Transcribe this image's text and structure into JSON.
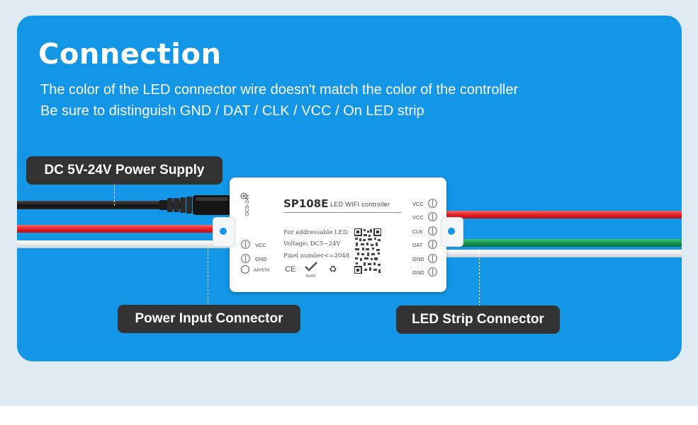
{
  "title": "Connection",
  "description": [
    "The color of the LED connector wire doesn't match the color of the controller",
    "Be sure to distinguish GND / DAT / CLK / VCC / On LED strip"
  ],
  "labels": {
    "power_supply": "DC 5V-24V Power Supply",
    "power_input": "Power Input Connector",
    "led_strip": "LED Strip Connector"
  },
  "device": {
    "model": "SP108E",
    "subtitle": "LED WIFI controller",
    "dc_label": "DC5~24V",
    "specs": [
      "For addressable LED",
      "Voltage: DC5~24V",
      "Pixel number<=2048"
    ],
    "left_terminals": [
      "VCC",
      "GND"
    ],
    "button_label": "AP/STA",
    "right_terminals": [
      "VCC",
      "VCC",
      "CLK",
      "DAT",
      "GND",
      "GND"
    ],
    "certs": [
      "CE",
      "RoHS"
    ]
  },
  "colors": {
    "panel": "#1396e6",
    "label_bg": "#333333",
    "wire_red": "#e21c24",
    "wire_green": "#12924b",
    "wire_black": "#111111"
  }
}
